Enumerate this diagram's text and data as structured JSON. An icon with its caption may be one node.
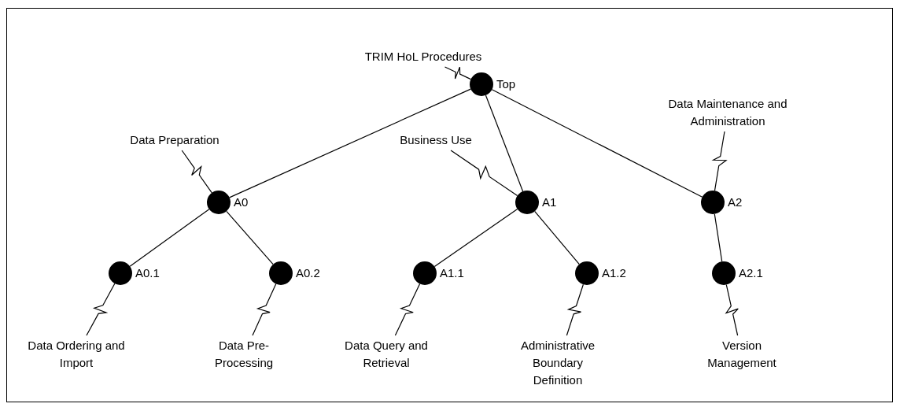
{
  "diagram": {
    "nodes": [
      {
        "text": [
          "TRIM HoL Procedures"
        ]
      },
      {
        "text": [],
        "shape": "circle",
        "beside": [
          "Top"
        ]
      },
      {
        "text": [
          "Data Maintenance and Administration"
        ]
      },
      {
        "text": [
          "Data Preparation"
        ]
      },
      {
        "text": [
          "Business Use"
        ]
      },
      {
        "text": [],
        "shape": "circle",
        "beside": [
          "A0"
        ]
      },
      {
        "text": [],
        "shape": "circle",
        "beside": [
          "A1"
        ]
      },
      {
        "text": [],
        "shape": "circle",
        "beside": [
          "A2"
        ]
      },
      {
        "text": [],
        "shape": "circle",
        "beside": [
          "A0.1"
        ]
      },
      {
        "text": [],
        "shape": "circle",
        "beside": [
          "A0.2"
        ]
      },
      {
        "text": [],
        "shape": "circle",
        "beside": [
          "A1.1"
        ]
      },
      {
        "text": [],
        "shape": "circle",
        "beside": [
          "A1.2"
        ]
      },
      {
        "text": [],
        "shape": "circle",
        "beside": [
          "A2.1"
        ]
      },
      {
        "text": [
          "Data Ordering and Import"
        ]
      },
      {
        "text": [
          "Data Pre-Processing"
        ]
      },
      {
        "text": [
          "Data Query and Retrieval"
        ]
      },
      {
        "text": [
          "Administrative Boundary Definition"
        ]
      },
      {
        "text": [
          "Version Management"
        ]
      }
    ],
    "edges": [
      {
        "from": 1,
        "to": 5,
        "arrow": "none"
      },
      {
        "from": 1,
        "to": 6,
        "arrow": "none"
      },
      {
        "from": 1,
        "to": 7,
        "arrow": "none"
      },
      {
        "from": 5,
        "to": 8,
        "arrow": "none"
      },
      {
        "from": 5,
        "to": 9,
        "arrow": "none"
      },
      {
        "from": 6,
        "to": 10,
        "arrow": "none"
      },
      {
        "from": 6,
        "to": 11,
        "arrow": "none"
      },
      {
        "from": 7,
        "to": 12,
        "arrow": "none"
      },
      {
        "from": 0,
        "to": 1,
        "arrow": "none"
      },
      {
        "from": 2,
        "to": 7,
        "arrow": "none"
      },
      {
        "from": 3,
        "to": 5,
        "arrow": "none"
      },
      {
        "from": 4,
        "to": 6,
        "arrow": "none"
      },
      {
        "from": 13,
        "to": 8,
        "arrow": "none"
      },
      {
        "from": 14,
        "to": 9,
        "arrow": "none"
      },
      {
        "from": 15,
        "to": 10,
        "arrow": "none"
      },
      {
        "from": 16,
        "to": 11,
        "arrow": "none"
      },
      {
        "from": 17,
        "to": 12,
        "arrow": "none"
      }
    ]
  }
}
